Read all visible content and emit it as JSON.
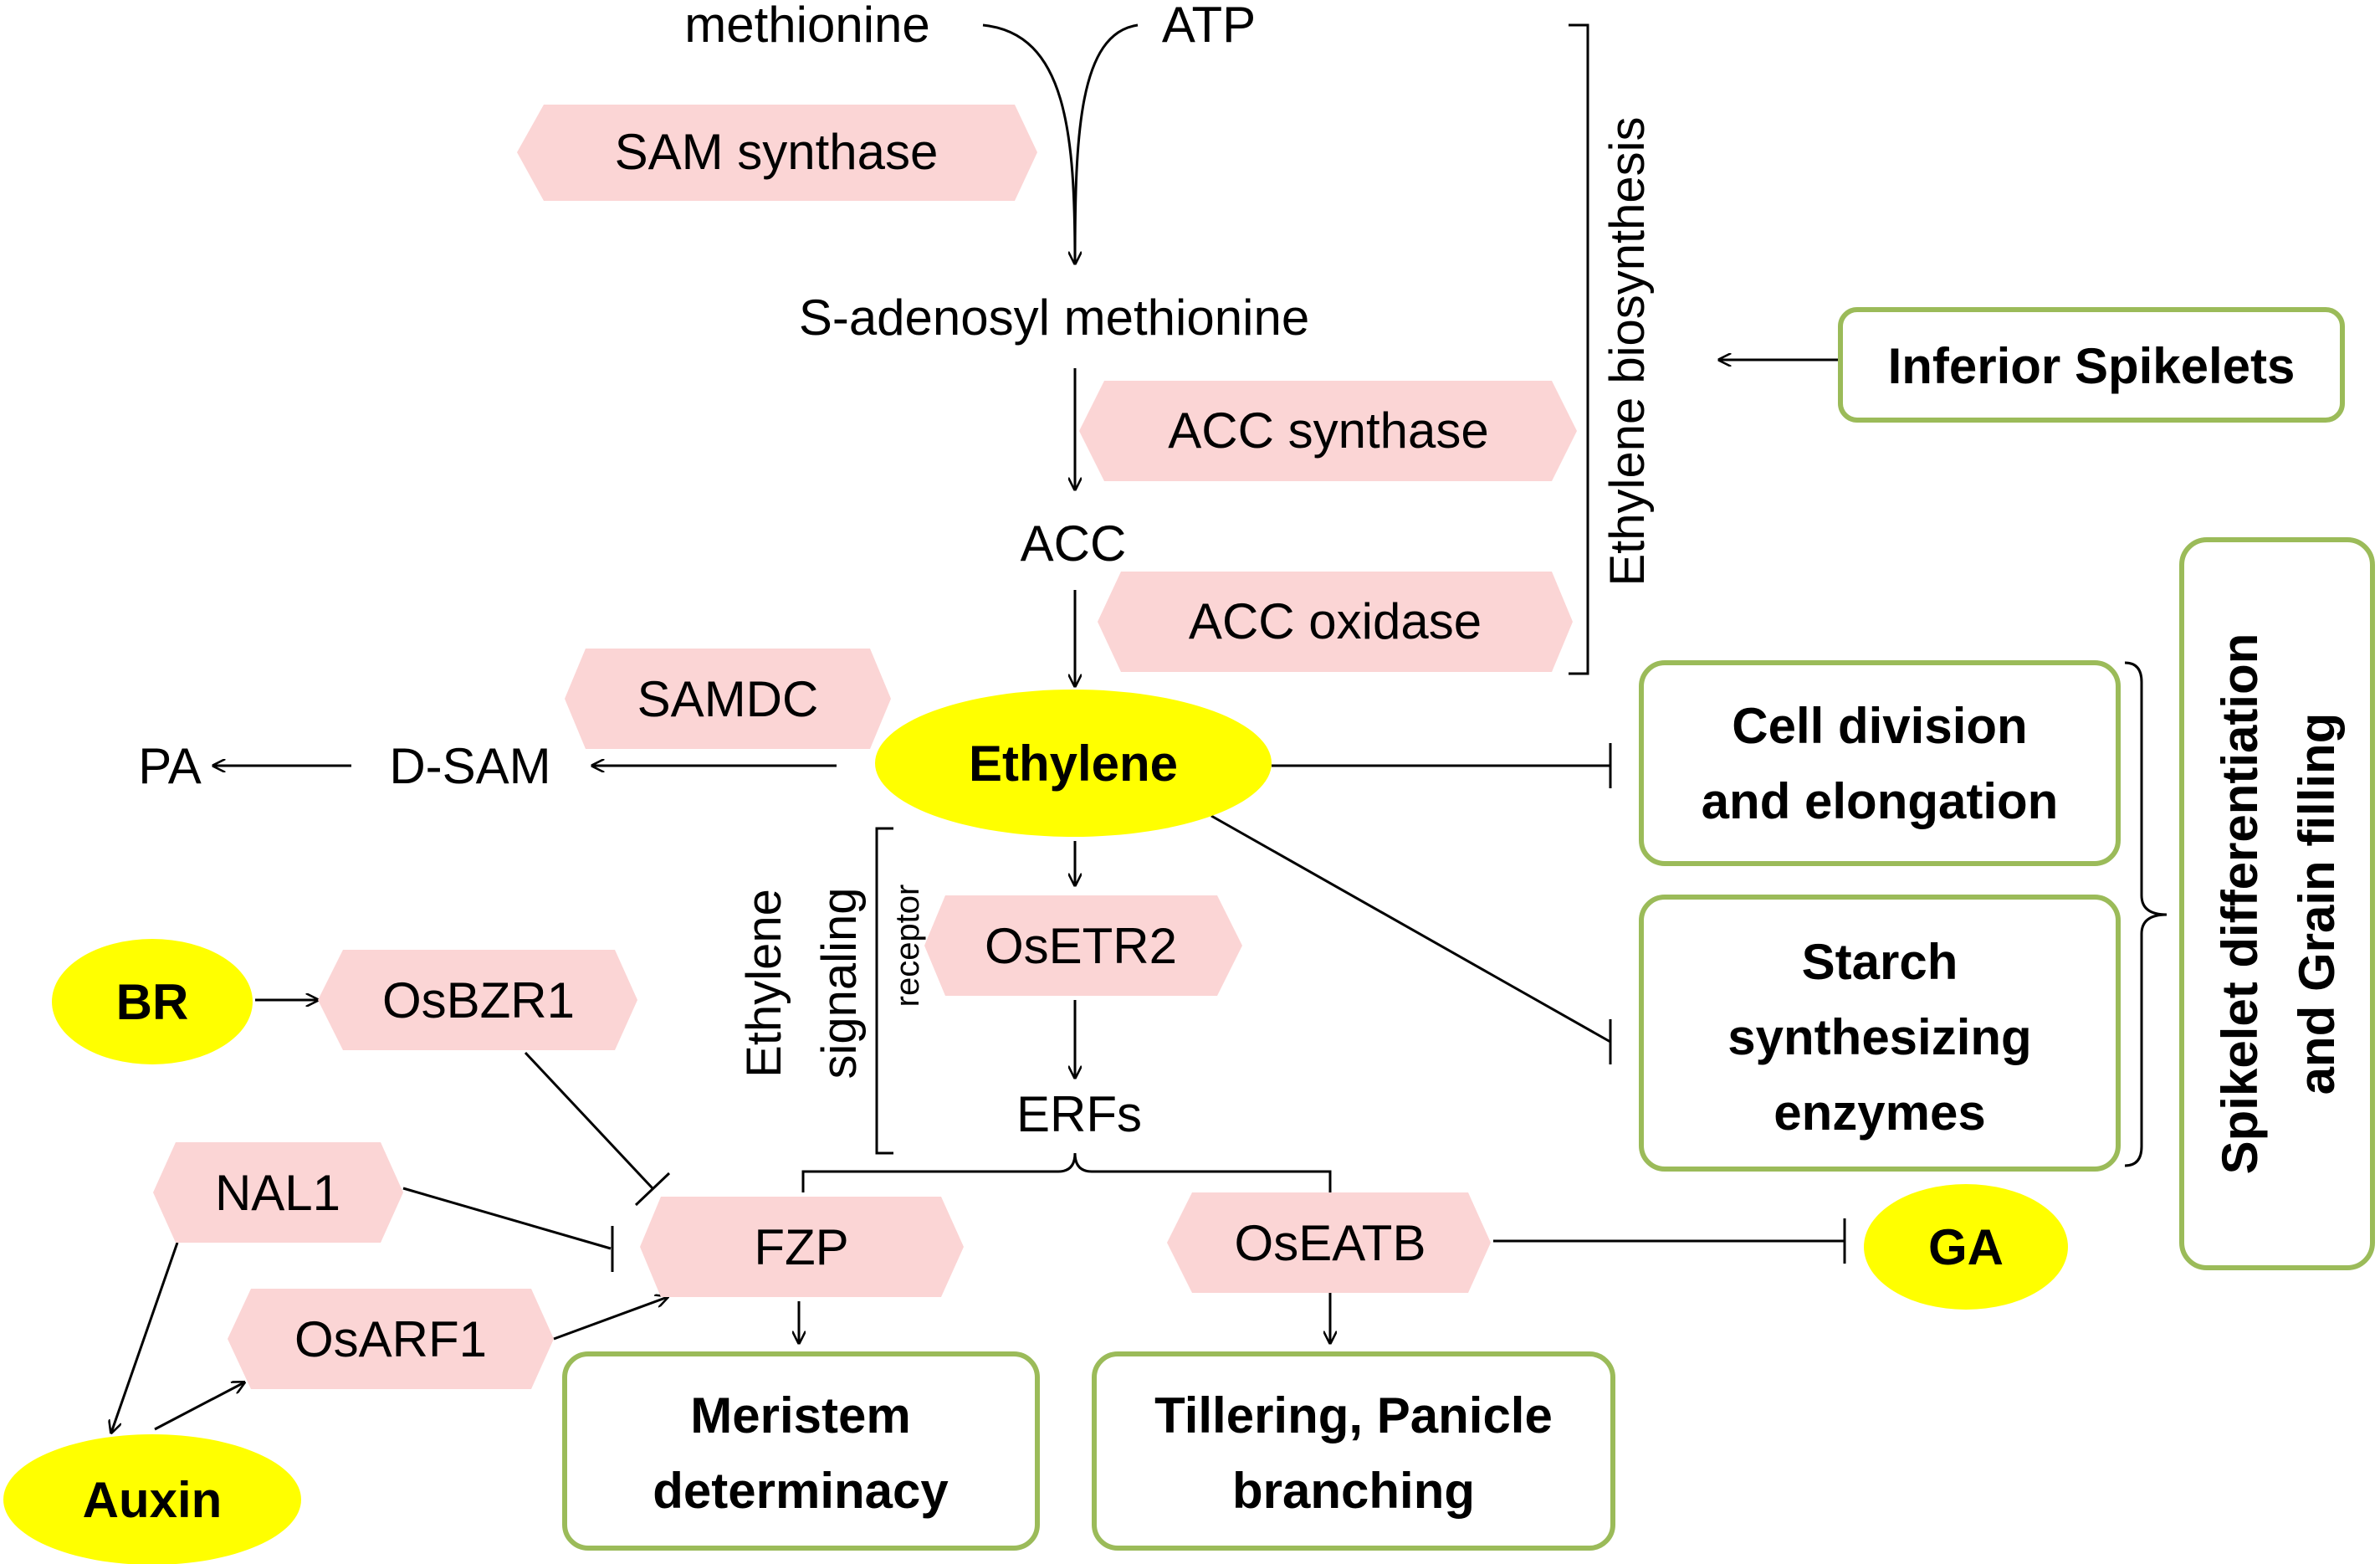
{
  "metabolites": {
    "methionine": "methionine",
    "atp": "ATP",
    "sam": "S-adenosyl methionine",
    "acc": "ACC",
    "dsam": "D-SAM",
    "pa": "PA",
    "erfs": "ERFs"
  },
  "enzymes": {
    "sam_synthase": "SAM synthase",
    "acc_synthase": "ACC synthase",
    "acc_oxidase": "ACC oxidase",
    "samdc": "SAMDC",
    "osetr2": "OsETR2",
    "osbzr1": "OsBZR1",
    "nal1": "NAL1",
    "osarf1": "OsARF1",
    "fzp": "FZP",
    "oseatb": "OsEATB"
  },
  "hormones": {
    "ethylene": "Ethylene",
    "br": "BR",
    "auxin": "Auxin",
    "ga": "GA"
  },
  "labels": {
    "ethylene_biosynthesis": "Ethylene biosynthesis",
    "ethylene_signaling_line1": "Ethylene",
    "ethylene_signaling_line2": "signaling",
    "receptor": "receptor"
  },
  "outcomes": {
    "inferior_spikelets": "Inferior Spikelets",
    "cell_division": [
      "Cell division",
      "and elongation"
    ],
    "starch": [
      "Starch",
      "synthesizing",
      "enzymes"
    ],
    "meristem": [
      "Meristem",
      "determinacy"
    ],
    "tillering": [
      "Tillering, Panicle",
      "branching"
    ],
    "spikelet_grain": [
      "Spikelet differentiation",
      "and Grain filling"
    ]
  },
  "colors": {
    "enzyme_fill": "#fbd5d5",
    "hormone_fill": "#ffff00",
    "outcome_border": "#9bbb59"
  }
}
